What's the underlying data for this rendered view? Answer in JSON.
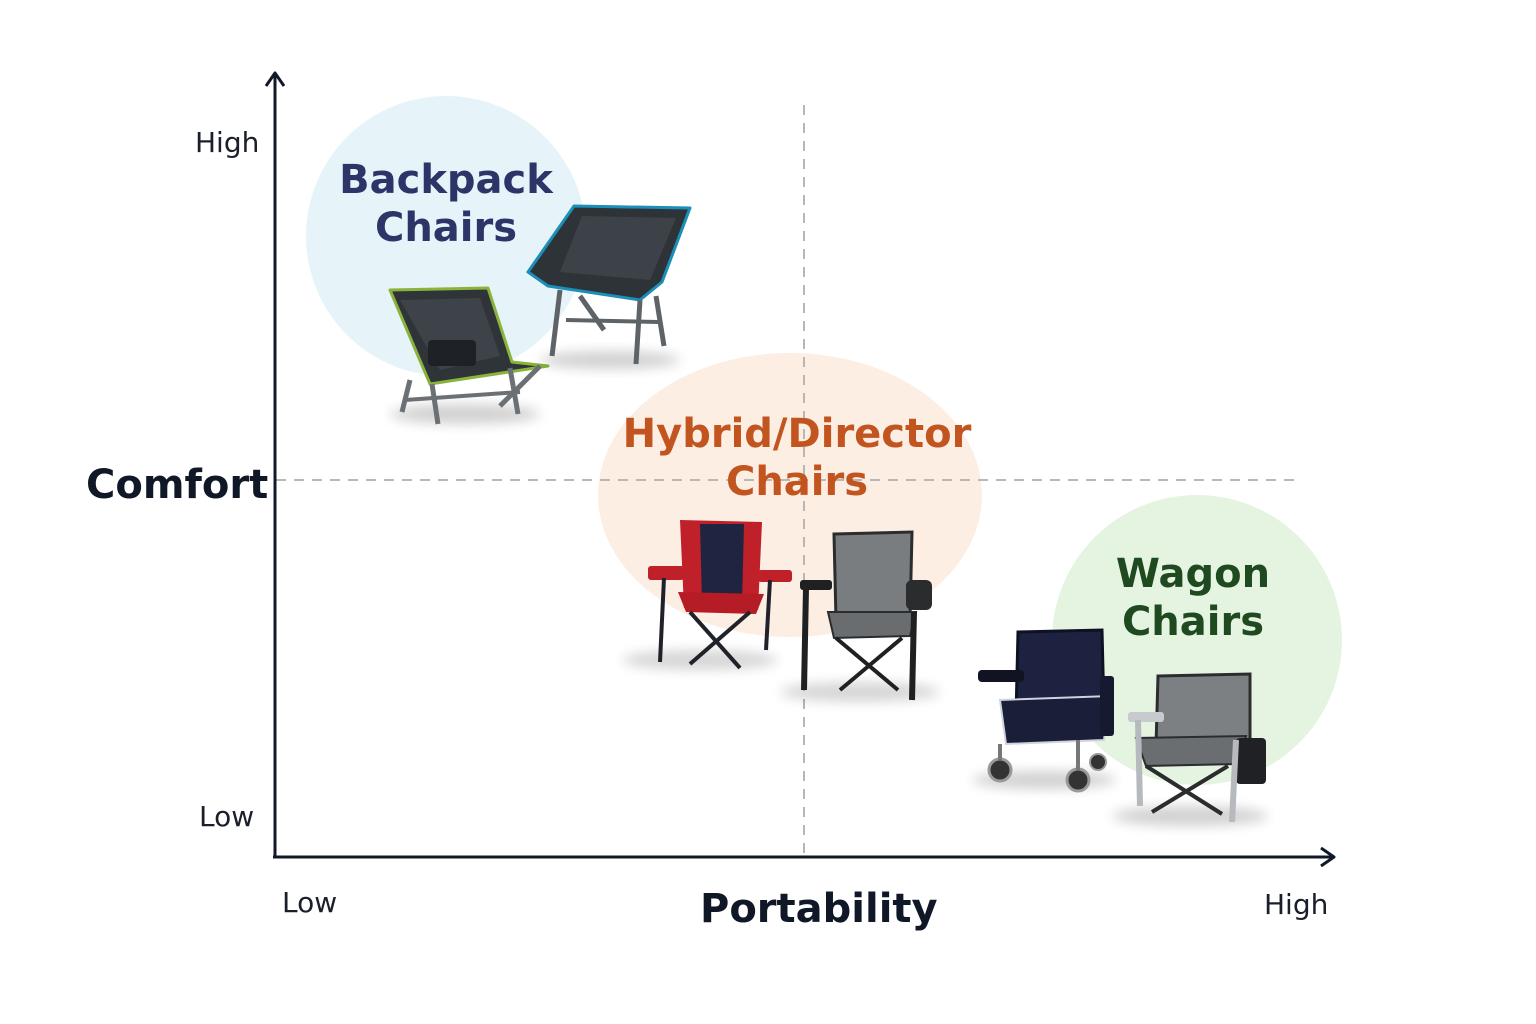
{
  "axes": {
    "y_title": "Comfort",
    "x_title": "Portability",
    "y_high": "High",
    "y_low": "Low",
    "x_low": "Low",
    "x_high": "High"
  },
  "clusters": {
    "backpack": {
      "line1": "Backpack",
      "line2": "Chairs",
      "color": "#2c3468",
      "bubble": "#e6f4fa"
    },
    "hybrid": {
      "line1": "Hybrid/Director",
      "line2": "Chairs",
      "color": "#c2541f",
      "bubble": "#fdeee3"
    },
    "wagon": {
      "line1": "Wagon",
      "line2": "Chairs",
      "color": "#1f4a20",
      "bubble": "#e5f4e1"
    }
  },
  "colors": {
    "axis": "#111827",
    "divider": "#b7b7b7"
  }
}
